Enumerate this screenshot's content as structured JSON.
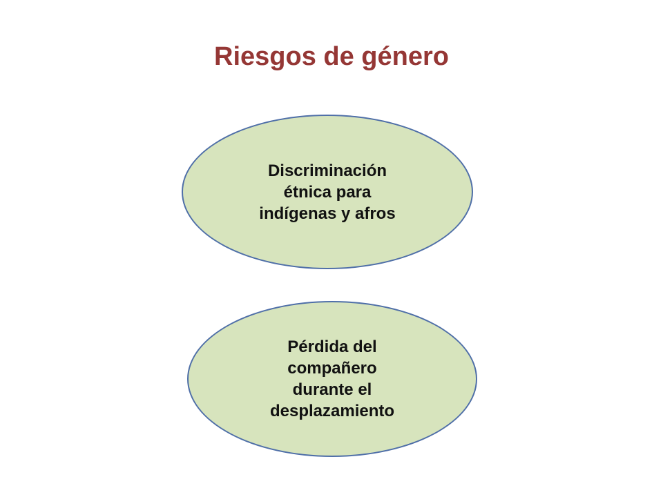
{
  "slide": {
    "title": "Riesgos de género",
    "title_color": "#953735",
    "shape_fill": "#d7e4bd",
    "shape_border": "#4f6fa8",
    "items": [
      {
        "label": "Discriminación\nétnica para\nindígenas y afros"
      },
      {
        "label": "Pérdida del\ncompañero\ndurante el\ndesplazamiento"
      }
    ]
  }
}
